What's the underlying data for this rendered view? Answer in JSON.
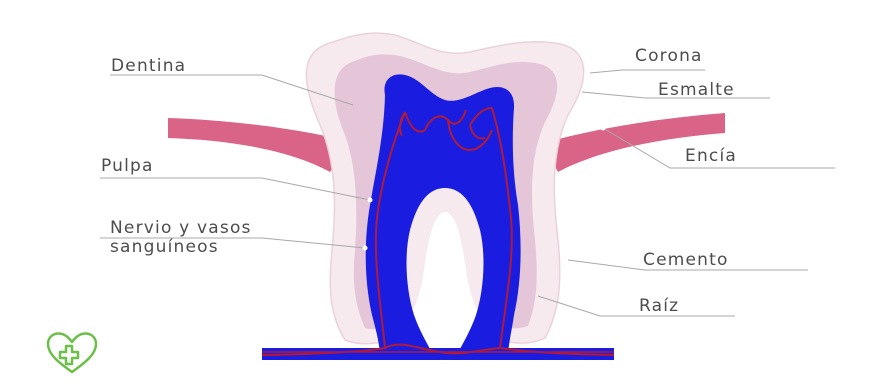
{
  "labels": {
    "dentina": "Dentina",
    "corona": "Corona",
    "esmalte": "Esmalte",
    "encia": "Encía",
    "pulpa": "Pulpa",
    "nervio_line1": "Nervio y vasos",
    "nervio_line2": "sanguíneos",
    "cemento": "Cemento",
    "raiz": "Raíz"
  },
  "colors": {
    "enamel": "#f6eaee",
    "dentin": "#e5c6d8",
    "gum": "#d96487",
    "pulp": "#1a1de0",
    "vessels": "#b01a38",
    "leader": "#a8a8a8",
    "text": "#4d4d4d",
    "logo": "#6cc04a"
  },
  "icons": {
    "logo": "heart-cross-logo"
  }
}
